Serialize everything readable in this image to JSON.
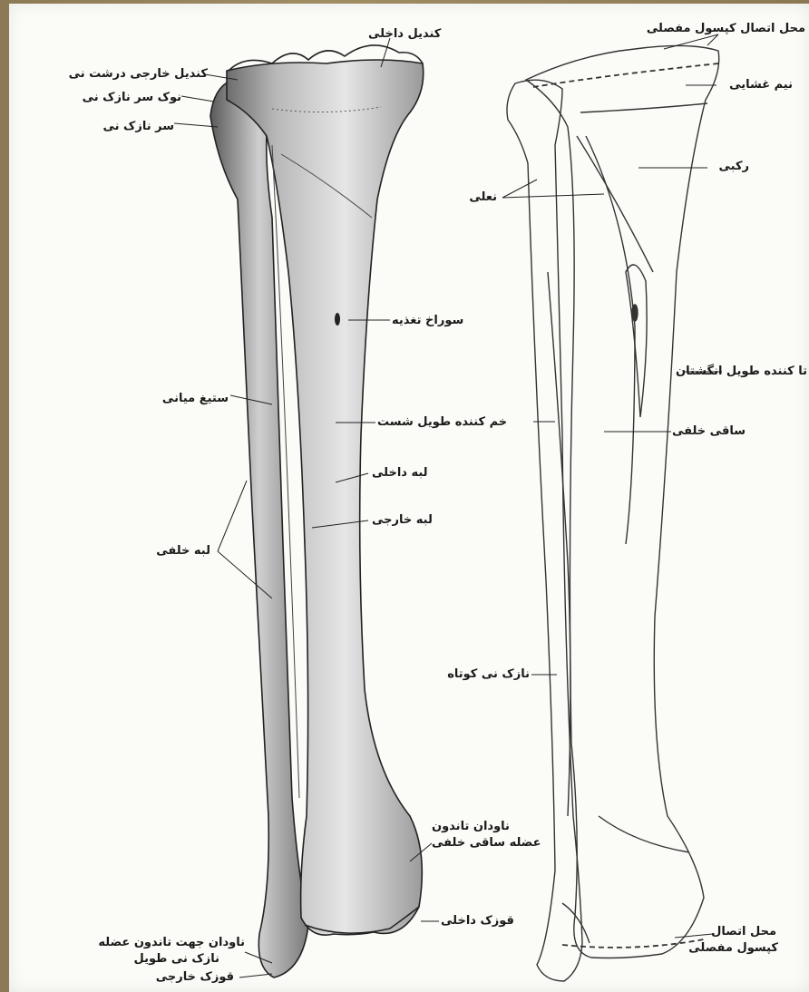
{
  "labels": {
    "medial_condyle": "کندیل داخلی",
    "lateral_condyle": "کندیل خارجی درشت نی",
    "fibula_head_apex": "نوک سر نازک نی",
    "fibula_head": "سر نازک نی",
    "nutrient_foramen": "سوراخ تغذیه",
    "interosseous_border": "ستیغ میانی",
    "flexor_hallucis_longus": "خم کننده طویل شست",
    "medial_border": "لبه داخلی",
    "lateral_border": "لبه خارجی",
    "posterior_border": "لبه خلفی",
    "tibialis_posterior_groove_1": "ناودان تاندون",
    "tibialis_posterior_groove_2": "عضله ساقی خلفی",
    "medial_malleolus": "قوزک داخلی",
    "peroneus_groove_1": "ناودان جهت تاندون عضله",
    "peroneus_groove_2": "نازک نی طویل",
    "lateral_malleolus": "قوزک خارجی",
    "capsule_attachment_top": "محل اتصال کپسول مفصلی",
    "semimembranosus": "نیم غشایی",
    "popliteus": "رکبی",
    "soleus": "نعلی",
    "flexor_digitorum_longus": "تا کننده طویل انگشتان",
    "tibialis_posterior": "ساقی خلفی",
    "peroneus_brevis": "نازک نی کوتاه",
    "capsule_attachment_bottom_1": "محل اتصال",
    "capsule_attachment_bottom_2": "کپسول مفصلی"
  }
}
